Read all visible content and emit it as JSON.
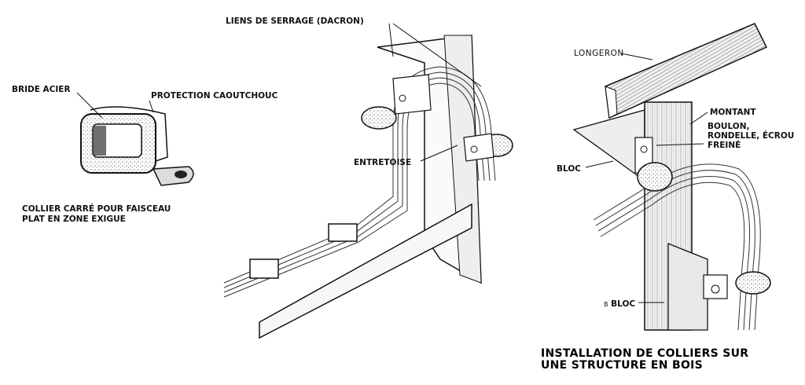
{
  "figure_left": {
    "labels": {
      "bride": "BRIDE ACIER",
      "protection": "PROTECTION CAOUTCHOUC"
    },
    "caption_lines": [
      "COLLIER CARRÉ POUR FAISCEAU",
      "PLAT EN ZONE EXIGUE"
    ]
  },
  "figure_center": {
    "labels": {
      "liens": "LIENS DE SERRAGE (DACRON)",
      "entretoise": "ENTRETOISE"
    }
  },
  "figure_right": {
    "labels": {
      "longeron": "LONGERON",
      "montant": "MONTANT",
      "boulon_lines": [
        "BOULON,",
        "RONDELLE, ÉCROU",
        "FREINÉ"
      ],
      "bloc_top": "BLOC",
      "bloc_bottom": "BLOC",
      "bloc_bottom_prefix": "B"
    },
    "caption_lines": [
      "INSTALLATION DE COLLIERS SUR",
      "UNE STRUCTURE EN BOIS"
    ]
  }
}
